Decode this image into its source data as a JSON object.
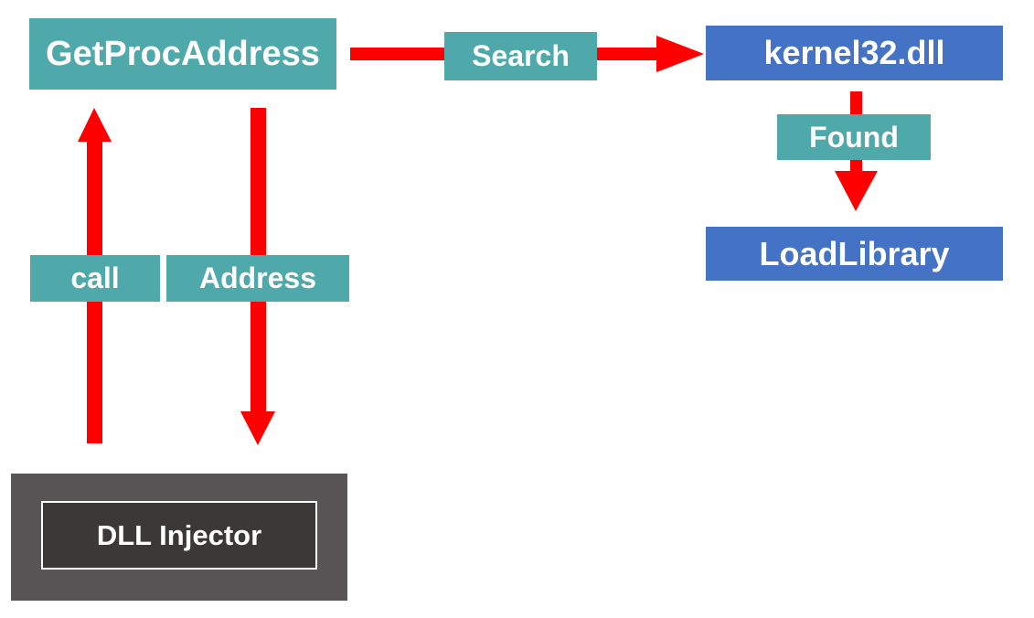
{
  "diagram": {
    "nodes": {
      "getprocaddress": {
        "label": "GetProcAddress"
      },
      "kernel32": {
        "label": "kernel32.dll"
      },
      "loadlibrary": {
        "label": "LoadLibrary"
      },
      "dll_injector": {
        "label": "DLL Injector"
      }
    },
    "edge_labels": {
      "search": {
        "label": "Search"
      },
      "found": {
        "label": "Found"
      },
      "call": {
        "label": "call"
      },
      "address": {
        "label": "Address"
      }
    },
    "colors": {
      "teal_box": "#4FA8A9",
      "blue_box": "#4472C4",
      "arrow_red": "#FF0000",
      "injector_outer_gray": "#595556",
      "injector_inner_gray": "#3B3838",
      "text": "#FFFFFF",
      "background": "#FFFFFF"
    }
  }
}
